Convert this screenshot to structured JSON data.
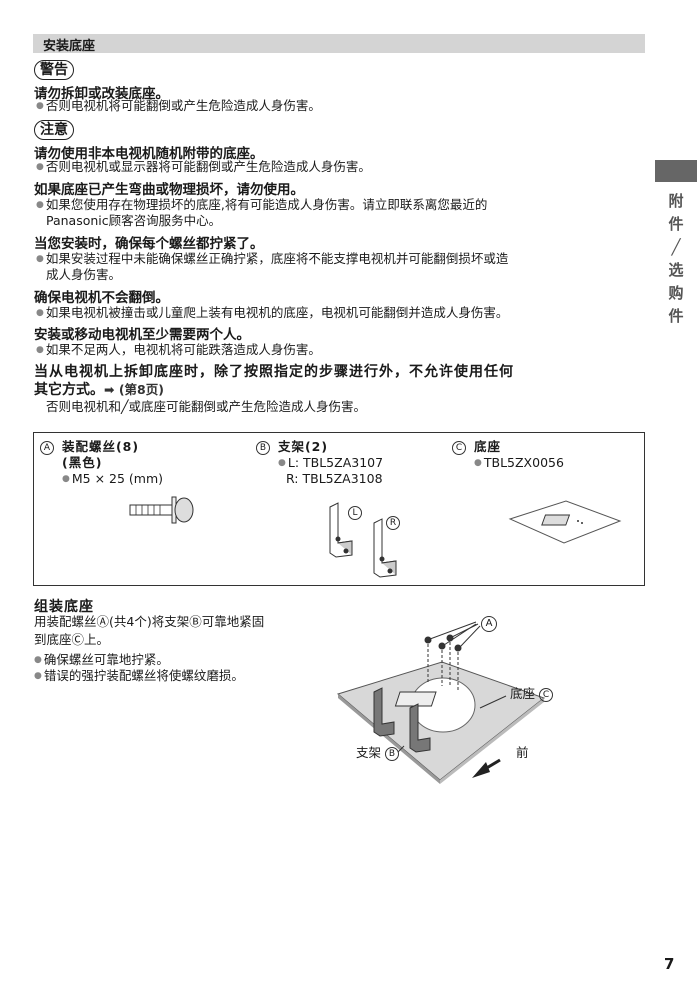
{
  "section_title": "安装底座",
  "warning_label": "警告",
  "warning_heading": "请勿拆卸或改装底座。",
  "warning_text": "否则电视机将可能翻倒或产生危险造成人身伤害。",
  "caution_label": "注意",
  "cautions": [
    {
      "heading": "请勿使用非本电视机随机附带的底座。",
      "text": "否则电视机或显示器将可能翻倒或产生危险造成人身伤害。"
    },
    {
      "heading": "如果底座已产生弯曲或物理损坏，请勿使用。",
      "text": "如果您使用存在物理损坏的底座,将有可能造成人身伤害。请立即联系离您最近的",
      "text2": "Panasonic顾客咨询服务中心。"
    },
    {
      "heading": "当您安装时，确保每个螺丝都拧紧了。",
      "text": "如果安装过程中未能确保螺丝正确拧紧，底座将不能支撑电视机并可能翻倒损坏或造",
      "text2": "成人身伤害。"
    },
    {
      "heading": "确保电视机不会翻倒。",
      "text": "如果电视机被撞击或儿童爬上装有电视机的底座，电视机可能翻倒并造成人身伤害。"
    },
    {
      "heading": "安装或移动电视机至少需要两个人。",
      "text": "如果不足两人，电视机将可能跌落造成人身伤害。"
    }
  ],
  "last_heading_1": "当从电视机上拆卸底座时，除了按照指定的步骤进行外，不允许使用任何",
  "last_heading_2": "其它方式。",
  "last_heading_ref": "➡ (第8页)",
  "last_text": "否则电视机和╱或底座可能翻倒或产生危险造成人身伤害。",
  "side_tab": [
    "附",
    "件",
    "╱",
    "选",
    "购",
    "件"
  ],
  "parts": {
    "a_mark": "A",
    "a_name": "装配螺丝(8)",
    "a_color": "(黑色)",
    "a_spec": "M5 × 25 (mm)",
    "b_mark": "B",
    "b_name": "支架(2)",
    "b_l": "L: TBL5ZA3107",
    "b_r": "R: TBL5ZA3108",
    "c_mark": "C",
    "c_name": "底座",
    "c_code": "TBL5ZX0056",
    "mark_l": "L",
    "mark_r": "R"
  },
  "assembly": {
    "title": "组装底座",
    "line1": "用装配螺丝Ⓐ(共4个)将支架Ⓑ可靠地紧固",
    "line2": "到底座Ⓒ上。",
    "bullet1": "确保螺丝可靠地拧紧。",
    "bullet2": "错误的强拧装配螺丝将使螺纹磨损。",
    "label_a": "A",
    "label_base": "底座",
    "label_base_mark": "C",
    "label_bracket": "支架",
    "label_bracket_mark": "B",
    "label_front": "前"
  },
  "page_number": "7"
}
